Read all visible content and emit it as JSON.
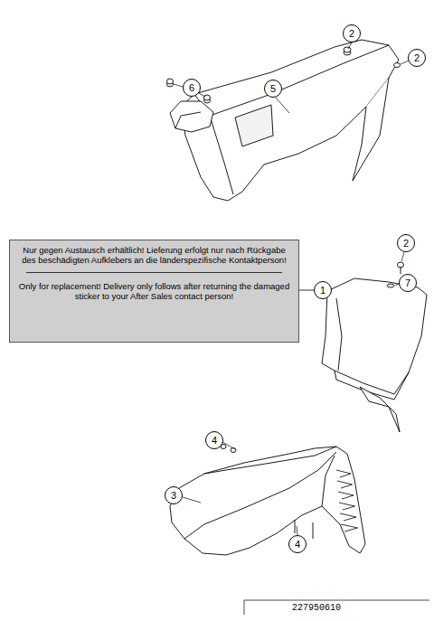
{
  "diagram": {
    "nodes": [
      {
        "text": [
          "2"
        ]
      },
      {
        "text": [
          "2"
        ]
      },
      {
        "text": [
          "6"
        ]
      },
      {
        "text": [
          "5"
        ]
      },
      {
        "text": [
          "2"
        ]
      },
      {
        "text": [
          "Nur gegen Austausch erhältlich! Lieferung erfolgt nur nach Rückgabe des beschädigten Aufklebers an die länderspezifische Kontaktperson!",
          "Only for replacement! Delivery only follows after returning the damaged sticker to your After Sales contact person!"
        ]
      },
      {
        "text": [
          "1"
        ]
      },
      {
        "text": [
          "7"
        ]
      },
      {
        "text": [
          "4"
        ]
      },
      {
        "text": [
          "3"
        ]
      },
      {
        "text": [
          "4"
        ]
      }
    ],
    "edges": [
      {
        "from": 5,
        "to": 6,
        "arrow": "none"
      }
    ],
    "labels": [
      "227950610"
    ]
  }
}
